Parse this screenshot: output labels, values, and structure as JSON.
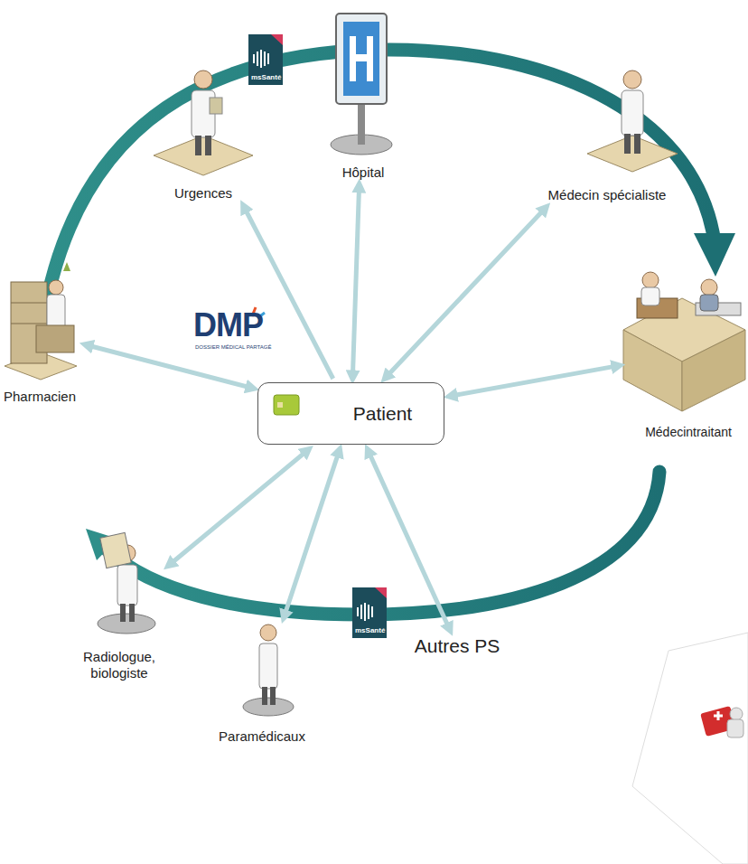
{
  "diagram": {
    "nodes": [
      {
        "text": [
          "Urgences"
        ]
      },
      {
        "text": [
          "Hôpital"
        ]
      },
      {
        "text": [
          "Médecin spécialiste"
        ]
      },
      {
        "text": [
          "Pharmacien"
        ]
      },
      {
        "text": [
          "Patient"
        ]
      },
      {
        "text": [
          "Médecintraitant"
        ]
      },
      {
        "text": [
          "Radiologue, biologiste"
        ]
      },
      {
        "text": [
          "Paramédicaux"
        ]
      },
      {
        "text": [
          "Autres PS"
        ]
      }
    ],
    "edges": [
      {
        "from": 4,
        "to": 0,
        "arrow": "to"
      },
      {
        "from": 4,
        "to": 1,
        "arrow": "both"
      },
      {
        "from": 4,
        "to": 2,
        "arrow": "both"
      },
      {
        "from": 4,
        "to": 3,
        "arrow": "both"
      },
      {
        "from": 4,
        "to": 5,
        "arrow": "both"
      },
      {
        "from": 4,
        "to": 6,
        "arrow": "both"
      },
      {
        "from": 4,
        "to": 7,
        "arrow": "both"
      },
      {
        "from": 4,
        "to": 8,
        "arrow": "both"
      }
    ],
    "labels": [
      "DMP",
      "DOSSIER MÉDICAL PARTAGÉ",
      "msSanté",
      "msSanté"
    ]
  }
}
